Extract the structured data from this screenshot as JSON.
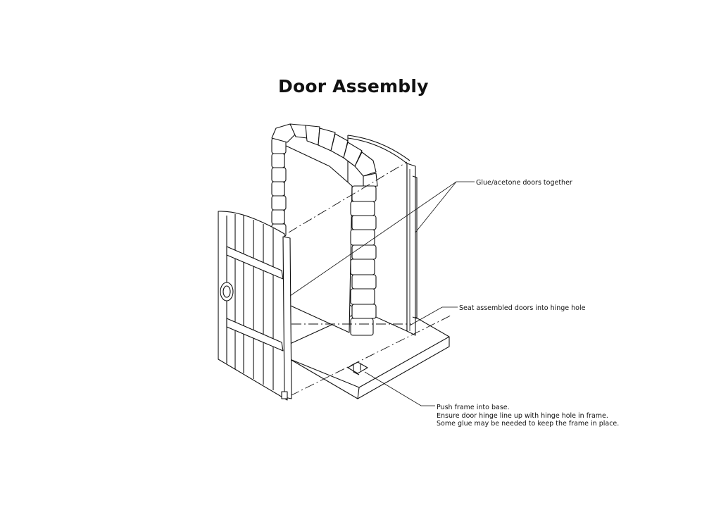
{
  "title": "Door Assembly",
  "annotations": {
    "glue": "Glue/acetone doors together",
    "seat": "Seat assembled doors into hinge hole",
    "push_lines": [
      "Push frame into base.",
      "Ensure door hinge line up with hinge hole in frame.",
      "Some glue may be needed to keep the frame in place."
    ]
  }
}
